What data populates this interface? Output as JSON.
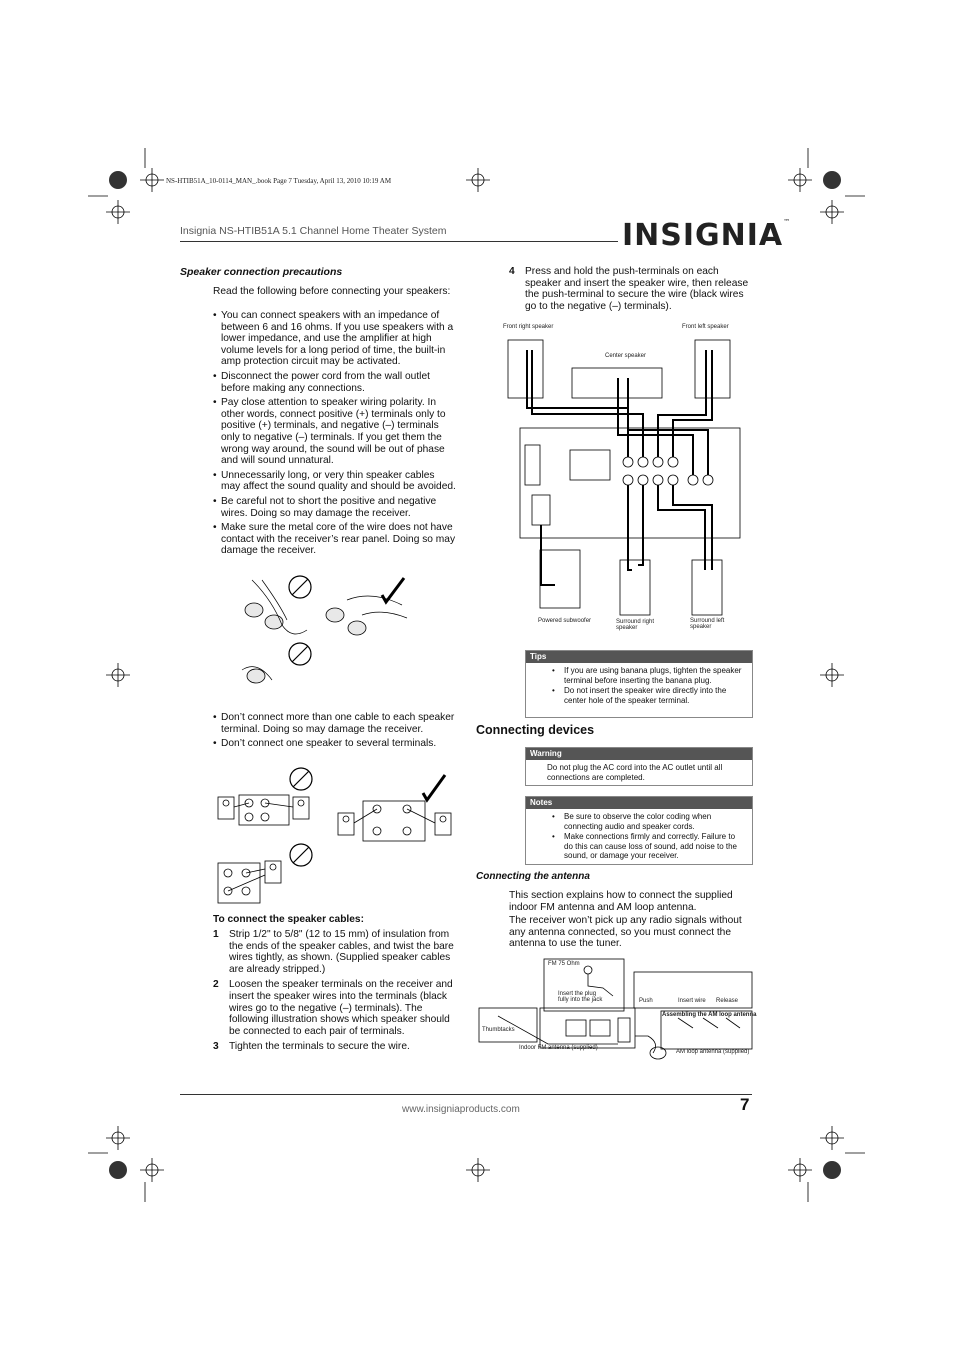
{
  "book_line": "NS-HTIB51A_10-0114_MAN_.book  Page 7  Tuesday, April 13, 2010  10:19 AM",
  "header": {
    "title": "Insignia NS-HTIB51A 5.1 Channel Home Theater System",
    "logo": "INSIGNIA",
    "logo_tm": "™"
  },
  "left": {
    "precautions_heading": "Speaker connection precautions",
    "intro": "Read the following before connecting your speakers:",
    "bullets": [
      "You can connect speakers with an impedance of between 6 and 16 ohms. If you use speakers with a lower impedance, and use the amplifier at high volume levels for a long period of time, the built-in amp protection circuit may be activated.",
      "Disconnect the power cord from the wall outlet before making any connections.",
      "Pay close attention to speaker wiring polarity. In other words, connect positive (+) terminals only to positive (+) terminals, and negative (–) terminals only to negative (–) terminals. If you get them the wrong way around, the sound will be out of phase and will sound unnatural.",
      "Unnecessarily long, or very thin speaker cables may affect the sound quality and should be avoided.",
      "Be careful not to short the positive and negative wires. Doing so may damage the receiver.",
      "Make sure the metal core of the wire does not have contact with the receiver’s rear panel. Doing so may damage the receiver."
    ],
    "bullets2": [
      "Don’t connect more than one cable to each speaker terminal. Doing so may damage the receiver.",
      "Don’t connect one speaker to several terminals."
    ],
    "steps_heading": "To connect the speaker cables:",
    "steps": [
      {
        "num": "1",
        "text": "Strip 1/2\" to 5/8\" (12 to 15 mm) of insulation from the ends of the speaker cables, and twist the bare wires tightly, as shown. (Supplied speaker cables are already stripped.)"
      },
      {
        "num": "2",
        "text": "Loosen the speaker terminals on the receiver and insert the speaker wires into the terminals (black wires go to the negative (–) terminals). The following illustration shows which speaker should be connected to each pair of terminals."
      },
      {
        "num": "3",
        "text": "Tighten the terminals to secure the wire."
      }
    ]
  },
  "right": {
    "step4": {
      "num": "4",
      "text": "Press and hold the push-terminals on each speaker and insert the speaker wire, then release the push-terminal to secure the wire (black wires go to the negative (–) terminals)."
    },
    "diagram_labels": {
      "front_right": "Front right speaker",
      "front_left": "Front left speaker",
      "center": "Center speaker",
      "subwoofer": "Powered subwoofer",
      "surround_right": "Surround right speaker",
      "surround_left": "Surround left speaker"
    },
    "tips": {
      "label": "Tips",
      "items": [
        "If you are using banana plugs, tighten the speaker terminal before inserting the banana plug.",
        "Do not insert the speaker wire directly into the center hole of the speaker terminal."
      ]
    },
    "connecting_heading": "Connecting devices",
    "warning": {
      "label": "Warning",
      "text": "Do not plug the AC cord into the AC outlet until all connections are completed."
    },
    "notes": {
      "label": "Notes",
      "items": [
        "Be sure to observe the color coding when connecting audio and speaker cords.",
        "Make connections firmly and correctly. Failure to do this can cause loss of sound, add noise to the sound, or damage your receiver."
      ]
    },
    "antenna_heading": "Connecting the antenna",
    "antenna_p1": "This section explains how to connect the supplied indoor FM antenna and AM loop antenna.",
    "antenna_p2": "The receiver won’t pick up any radio signals without any antenna connected, so you must connect the antenna to use the tuner.",
    "antenna_labels": {
      "fm75": "FM 75 Ohm",
      "insert_plug": "Insert the plug fully into the jack",
      "thumbtacks": "Thumbtacks",
      "indoor_fm": "Indoor FM antenna (supplied)",
      "push": "Push",
      "insert_wire": "Insert wire",
      "release": "Release",
      "assembling": "Assembling the AM loop antenna",
      "am_loop": "AM loop antenna (supplied)"
    }
  },
  "footer": {
    "url": "www.insigniaproducts.com",
    "page": "7"
  }
}
